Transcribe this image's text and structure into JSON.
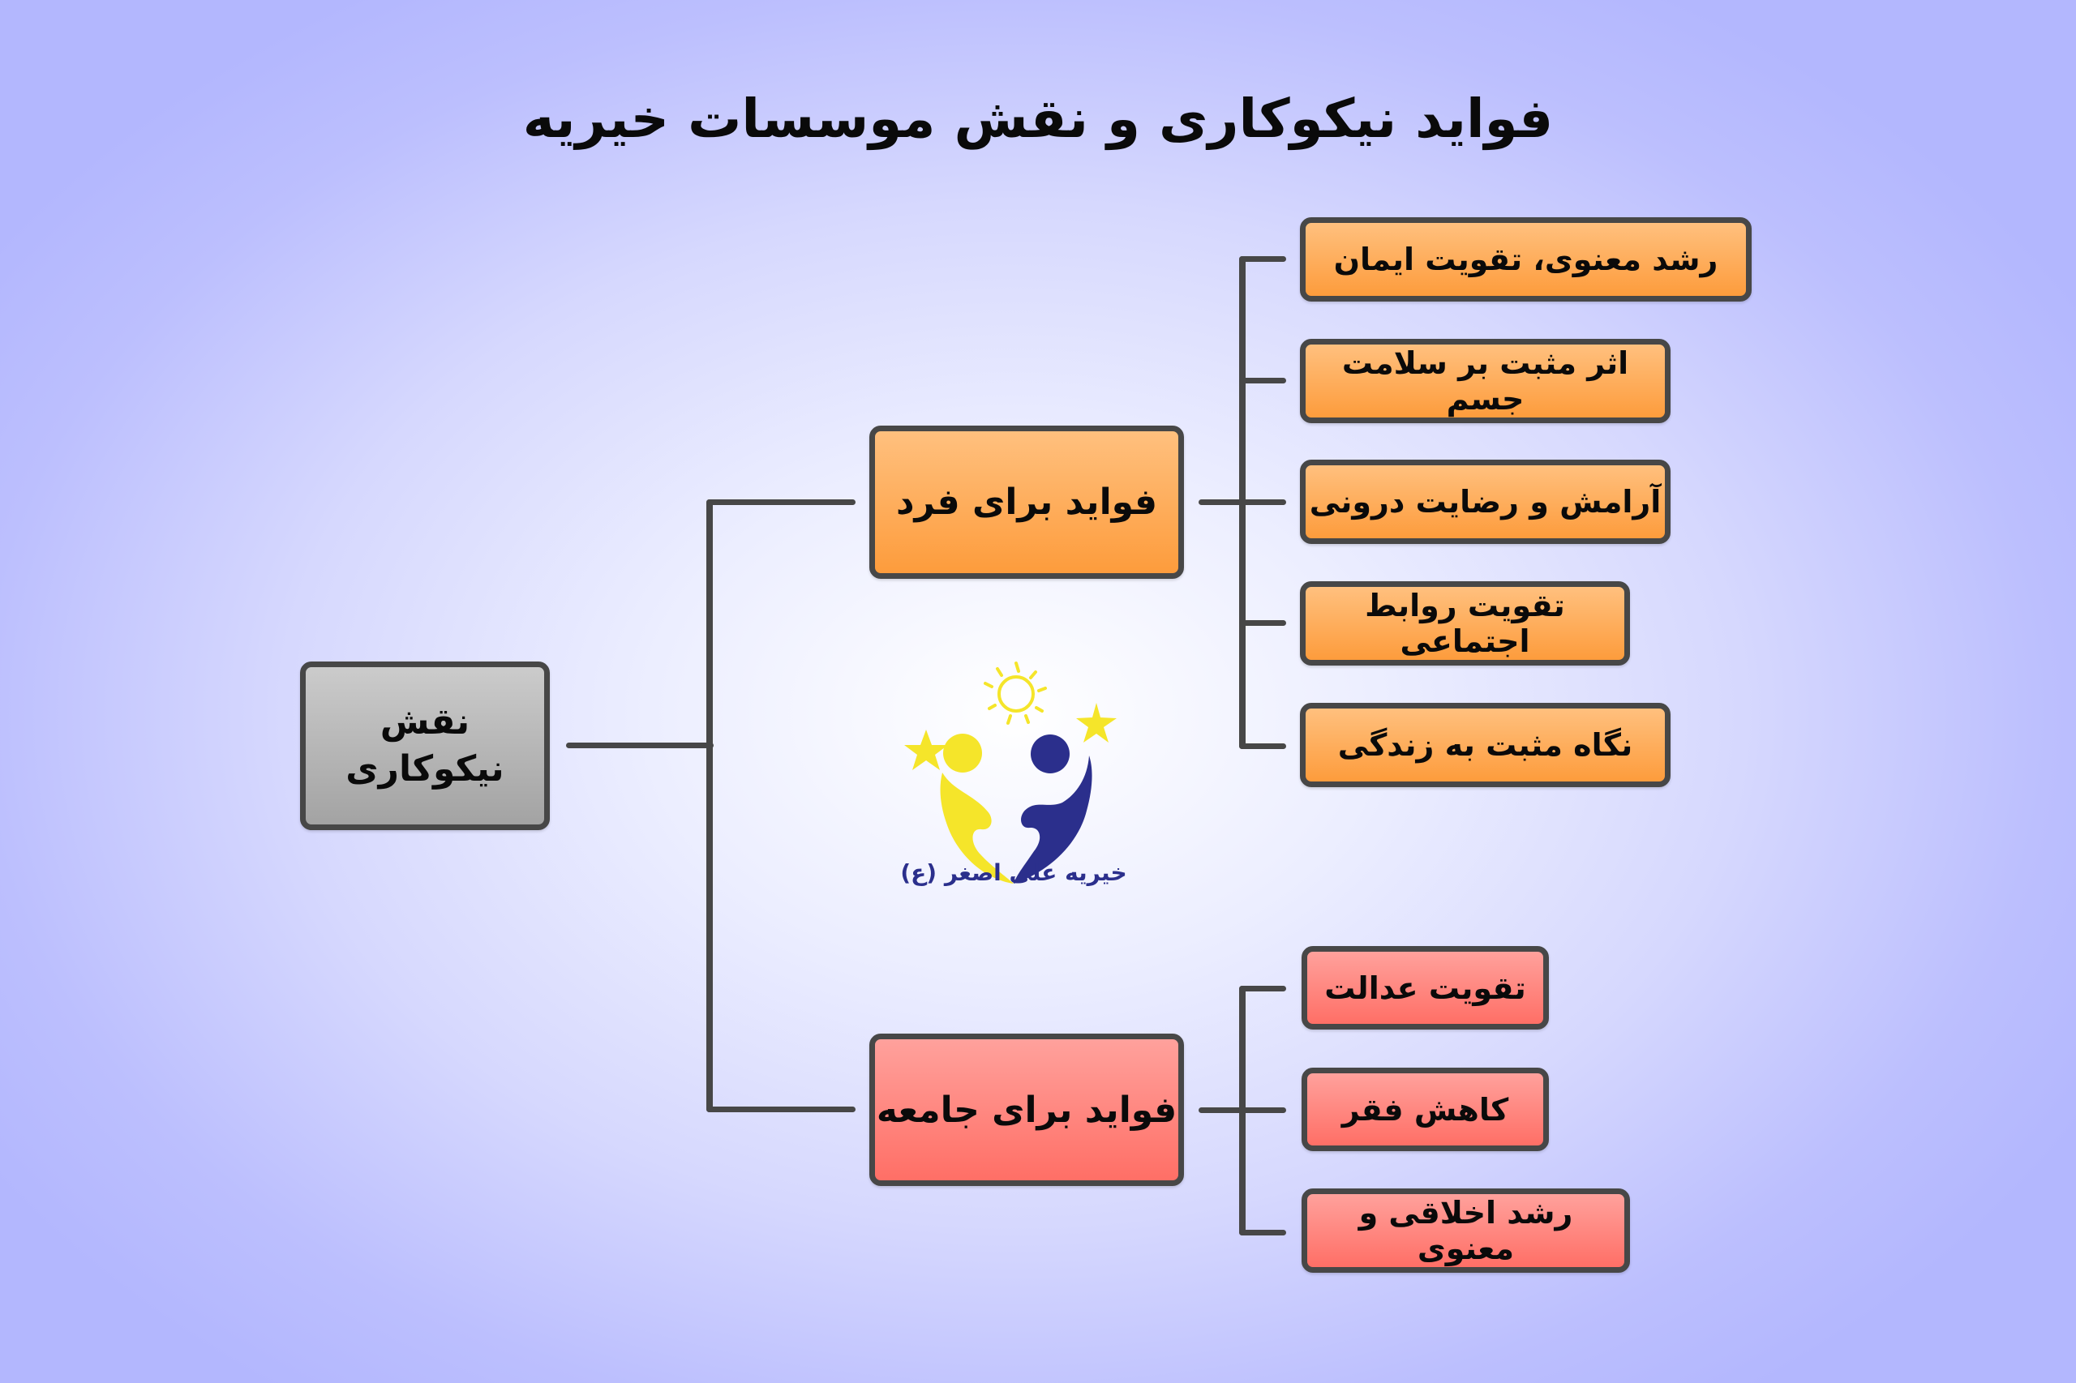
{
  "title": "فواید نیکوکاری و نقش موسسات خیریه",
  "root": {
    "label": "نقش نیکوکاری",
    "color": "#b5b5b5"
  },
  "branches": [
    {
      "label": "فواید برای فرد",
      "color": "#fdad5c",
      "leaves": [
        "رشد معنوی، تقویت ایمان",
        "اثر مثبت بر سلامت جسم",
        "آرامش و رضایت درونی",
        "تقویت روابط اجتماعی",
        "نگاه مثبت به زندگی"
      ]
    },
    {
      "label": "فواید برای جامعه",
      "color": "#ff8680",
      "leaves": [
        "تقویت عدالت",
        "کاهش فقر",
        "رشد اخلاقی و معنوی"
      ]
    }
  ],
  "logo": {
    "text": "خیریه علی اصغر (ع)",
    "icon": "charity-logo-icon",
    "colors": {
      "yellow": "#f5e52a",
      "navy": "#2b2f8c"
    }
  },
  "colors": {
    "connector": "#474747",
    "border": "#474747",
    "background_center": "#ffffff",
    "background_edge": "#b3b7fe"
  }
}
